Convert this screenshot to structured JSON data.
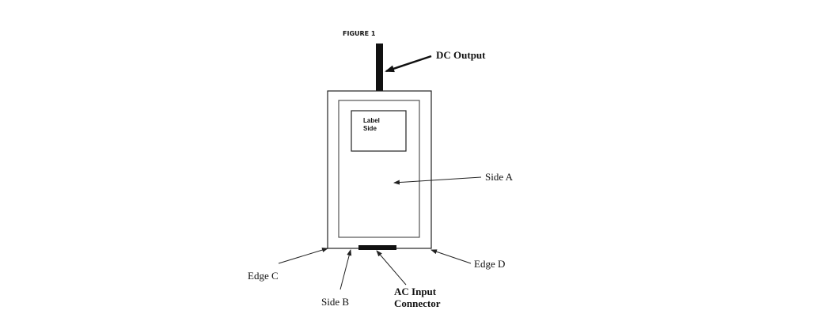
{
  "figure_title": "FIGURE 1",
  "labels": {
    "dc_output": "DC Output",
    "label_side_line1": "Label",
    "label_side_line2": "Side",
    "side_a": "Side  A",
    "edge_c": "Edge C",
    "side_b": "Side B",
    "ac_input_line1": "AC Input",
    "ac_input_line2": "Connector",
    "edge_d": "Edge D"
  }
}
